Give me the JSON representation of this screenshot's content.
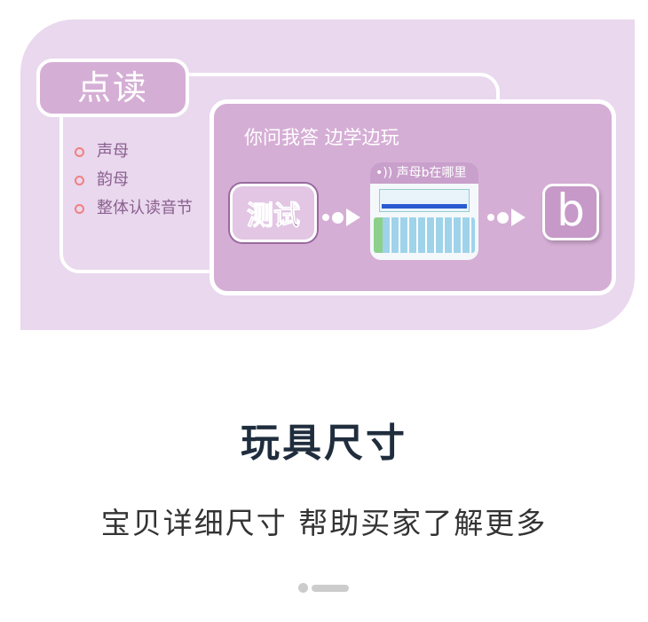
{
  "feature": {
    "tag": "点读",
    "items": [
      "声母",
      "韵母",
      "整体认读音节"
    ],
    "card": {
      "title": "你问我答  边学边玩",
      "test_label": "测试",
      "device_prompt": "声母b在哪里",
      "answer": "b"
    }
  },
  "heading": "玩具尺寸",
  "subheading": "宝贝详细尺寸  帮助买家了解更多",
  "pager": {
    "current": 1,
    "total": 2
  },
  "colors": {
    "panel": "#e9d8ee",
    "card": "#d5aed5",
    "title": "#1f2d3d"
  }
}
